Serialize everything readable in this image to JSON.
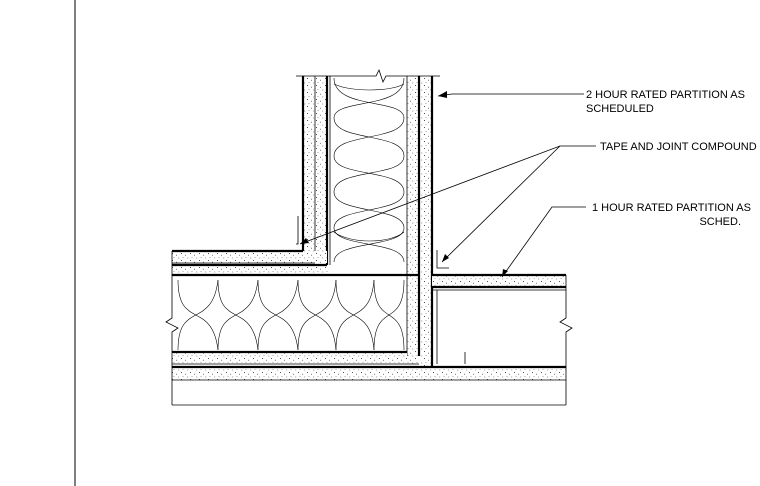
{
  "notes": {
    "partition_2hr_line1": "2 HOUR RATED PARTITION AS",
    "partition_2hr_line2": "SCHEDULED",
    "tape_joint": "TAPE AND JOINT COMPOUND",
    "partition_1hr_line1": "1 HOUR RATED PARTITION AS",
    "partition_1hr_line2": "SCHED."
  },
  "colors": {
    "linework": "#000000",
    "background": "#ffffff"
  }
}
